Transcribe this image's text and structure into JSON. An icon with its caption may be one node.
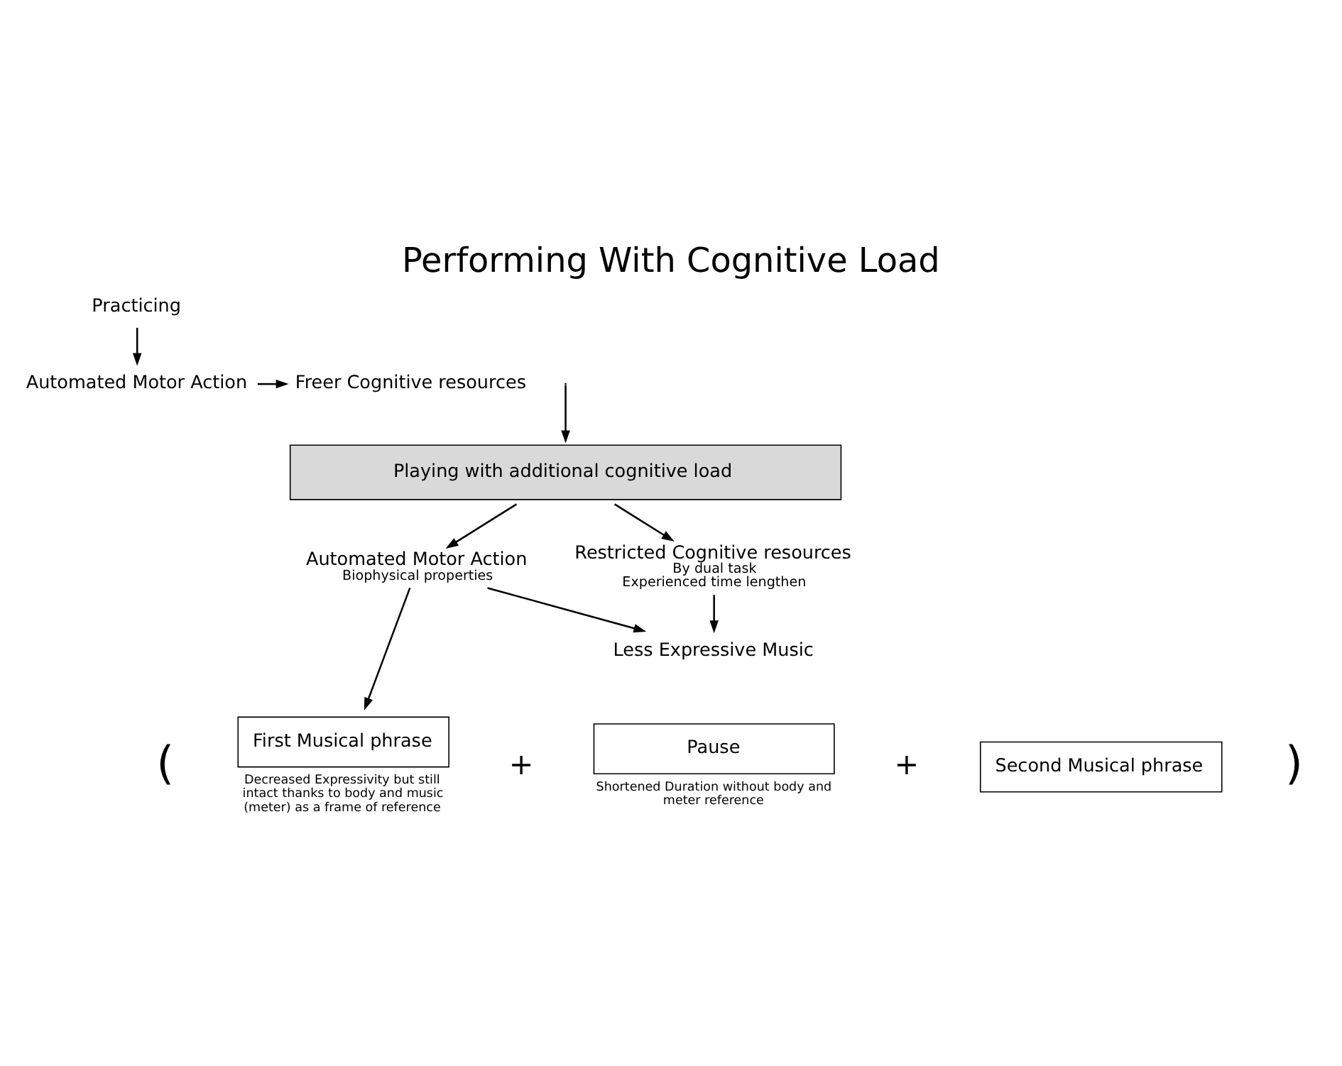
{
  "diagram": {
    "title": "Performing With Cognitive Load",
    "nodes": [
      {
        "text": [
          "Practicing"
        ]
      },
      {
        "text": [
          "Automated Motor Action"
        ]
      },
      {
        "text": [
          "Freer Cognitive resources"
        ]
      },
      {
        "text": [
          "Playing with additional cognitive load"
        ]
      },
      {
        "text": [
          "Automated Motor Action",
          "Biophysical properties"
        ]
      },
      {
        "text": [
          "Restricted Cognitive resources",
          "By dual task",
          "Experienced time lengthen"
        ]
      },
      {
        "text": [
          "Less Expressive Music"
        ]
      },
      {
        "text": [
          "First Musical phrase"
        ],
        "beside": [
          "Decreased Expressivity but still intact thanks to body and music (meter) as a frame of reference"
        ]
      },
      {
        "text": [
          "Pause"
        ],
        "beside": [
          "Shortened Duration without body and meter reference"
        ]
      },
      {
        "text": [
          "Second Musical phrase"
        ]
      }
    ],
    "edges": [
      {
        "from": 0,
        "to": 1,
        "arrow": "to"
      },
      {
        "from": 1,
        "to": 2,
        "arrow": "to"
      },
      {
        "from": null,
        "to": 3,
        "arrow": "to"
      },
      {
        "from": 3,
        "to": 4,
        "arrow": "to"
      },
      {
        "from": 3,
        "to": 5,
        "arrow": "to"
      },
      {
        "from": 4,
        "to": 7,
        "arrow": "to"
      },
      {
        "from": 4,
        "to": 6,
        "arrow": "to"
      },
      {
        "from": 5,
        "to": 6,
        "arrow": "to"
      }
    ],
    "labels": [
      "(",
      "+",
      "+",
      ")"
    ]
  }
}
